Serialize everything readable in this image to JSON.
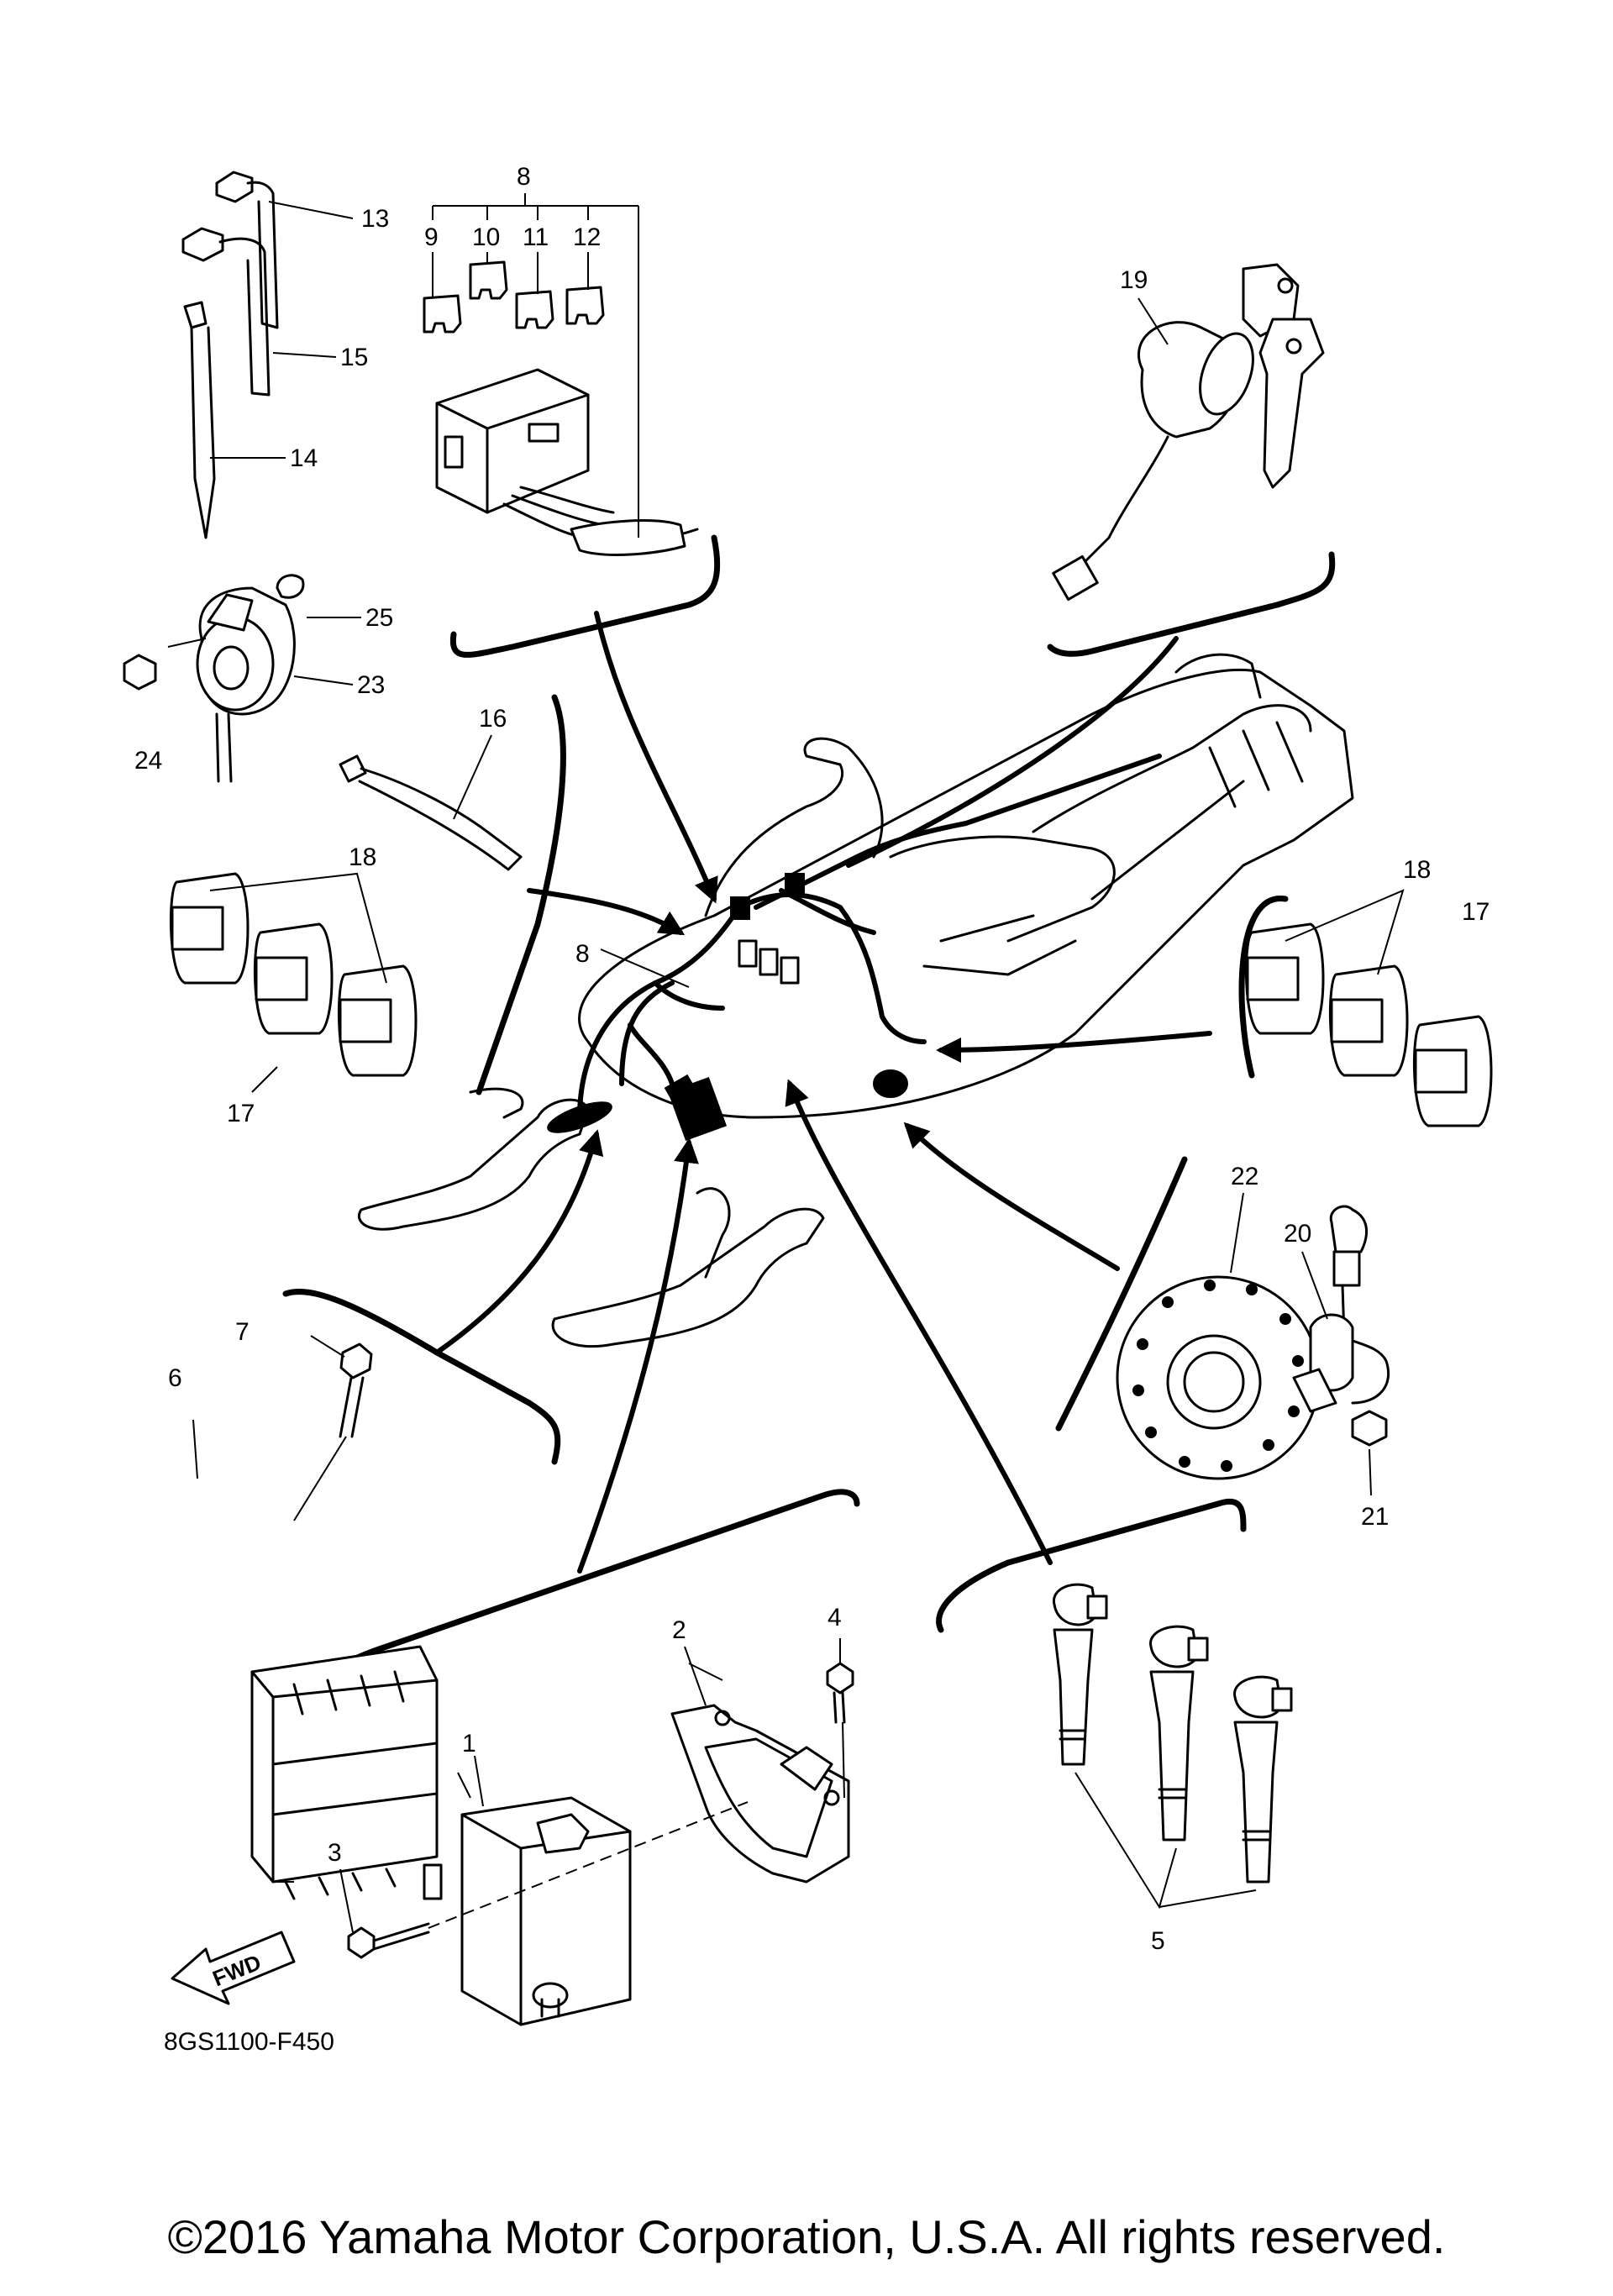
{
  "diagram": {
    "drawing_code": "8GS1100-F450",
    "direction_marker": "FWD",
    "copyright": "©2016 Yamaha Motor Corporation, U.S.A. All rights reserved.",
    "callouts": {
      "c1": "1",
      "c2": "2",
      "c3": "3",
      "c4": "4",
      "c5": "5",
      "c6": "6",
      "c7": "7",
      "c8": "8",
      "c8b": "8",
      "c9": "9",
      "c10": "10",
      "c11": "11",
      "c12": "12",
      "c13": "13",
      "c14": "14",
      "c15": "15",
      "c16": "16",
      "c17a": "17",
      "c17b": "17",
      "c18a": "18",
      "c18b": "18",
      "c19": "19",
      "c20": "20",
      "c21": "21",
      "c22": "22",
      "c23": "23",
      "c24": "24",
      "c25": "25"
    }
  }
}
